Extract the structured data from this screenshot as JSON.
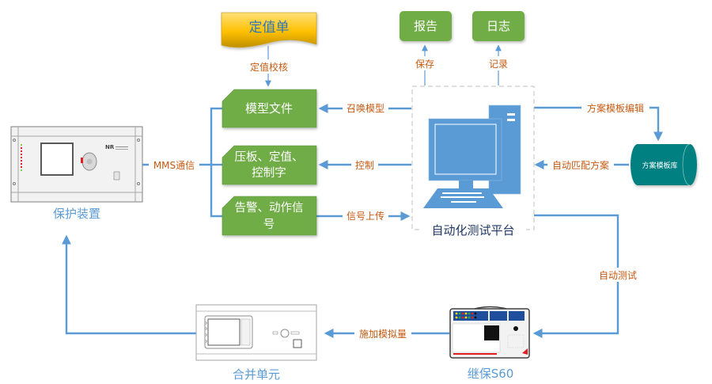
{
  "title": "自动化测试平台系统架构",
  "nodes": {
    "setting_sheet": "定值单",
    "report": "报告",
    "log": "日志",
    "model_file": "模型文件",
    "plate_setting_line1": "压板、定值、",
    "plate_setting_line2": "控制字",
    "alarm_line1": "告警、动作信",
    "alarm_line2": "号",
    "platform": "自动化测试平台",
    "template_db": "方案模板库",
    "protection_device": "保护装置",
    "merging_unit": "合并单元",
    "tester": "继保S60"
  },
  "edges": {
    "setting_check": "定值校核",
    "save": "保存",
    "record": "记录",
    "call_model": "召唤模型",
    "control": "控制",
    "signal_upload": "信号上传",
    "template_edit": "方案模板编辑",
    "auto_match": "自动匹配方案",
    "mms": "MMS通信",
    "auto_test": "自动测试",
    "apply_analog": "施加模拟量"
  },
  "colors": {
    "green_node": "#70ad47",
    "gold_node": "#ffc000",
    "teal_db": "#008080",
    "line_blue": "#5b9bd5",
    "label_orange": "#c55a11",
    "caption_blue": "#5b9bd5"
  }
}
